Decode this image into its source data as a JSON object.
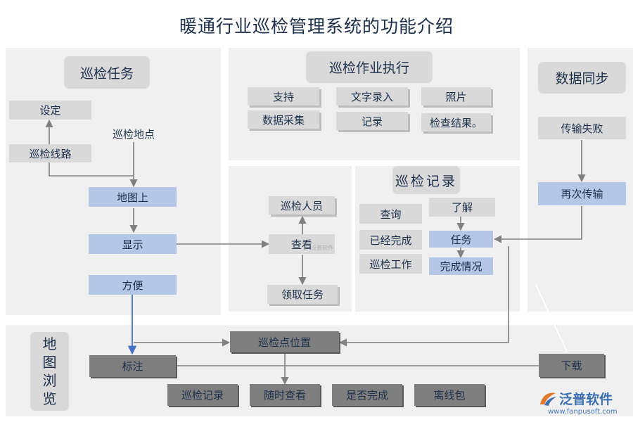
{
  "title": "暖通行业巡检管理系统的功能介绍",
  "sections": {
    "inspection_task": "巡检任务",
    "execution": "巡检作业执行",
    "data_sync": "数据同步",
    "inspection_record": "巡检记录",
    "map_view": [
      "地",
      "图",
      "浏",
      "览"
    ]
  },
  "nodes": {
    "setting": "设定",
    "patrol_point": "巡检地点",
    "patrol_route": "巡检线路",
    "on_map": "地图上",
    "display": "显示",
    "convenient": "方便",
    "support": "支持",
    "text_entry": "文字录入",
    "photo": "照片",
    "data_collection": "数据采集",
    "record": "记录",
    "check_result": "检查结果。",
    "inspector": "巡检人员",
    "view": "查看",
    "receive_task": "领取任务",
    "query": "查询",
    "understand": "了解",
    "completed": "已经完成",
    "task": "任务",
    "inspection_work": "巡检工作",
    "completion_status": "完成情况",
    "transfer_failed": "传输失败",
    "retransfer": "再次传输",
    "point_location": "巡检点位置",
    "mark": "标注",
    "download": "下载",
    "record_bottom": "巡检记录",
    "view_anytime": "随时查看",
    "is_completed": "是否完成",
    "offline_pack": "离线包"
  },
  "watermark": "泛普软件",
  "logo": {
    "name": "泛普软件",
    "url": "www.fanpusoft.com"
  },
  "colors": {
    "panel": "#f0f0f0",
    "gray_box": "#d9d9d9",
    "blue_box": "#b4c7e7",
    "dark_box": "#7f7f7f",
    "arrow": "#808080",
    "blue_arrow": "#4472c4",
    "title": "#1e2f4a"
  }
}
